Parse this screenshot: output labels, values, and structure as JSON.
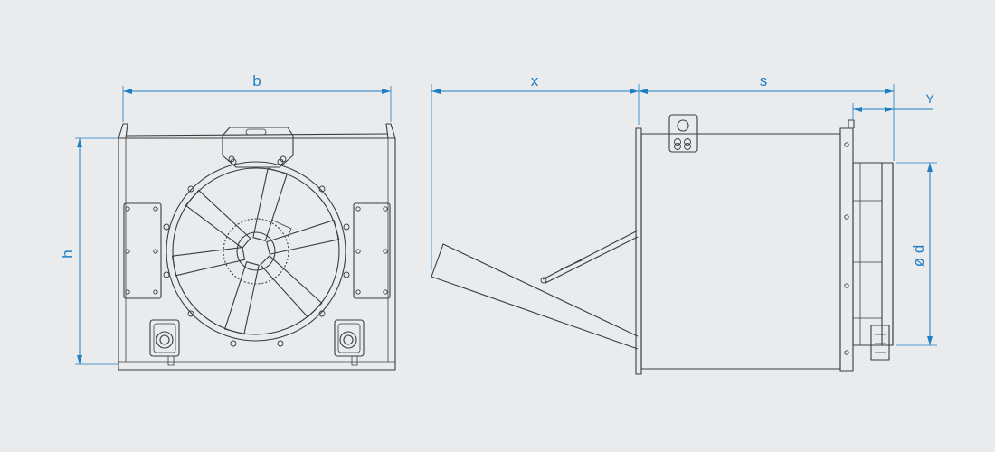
{
  "dimensions": {
    "b": "b",
    "h": "h",
    "x": "x",
    "s": "s",
    "y": "Y",
    "d": "ø d"
  },
  "colors": {
    "background": "#e9ebec",
    "outline": "#3a3d40",
    "dimension": "#1f7fc4"
  }
}
